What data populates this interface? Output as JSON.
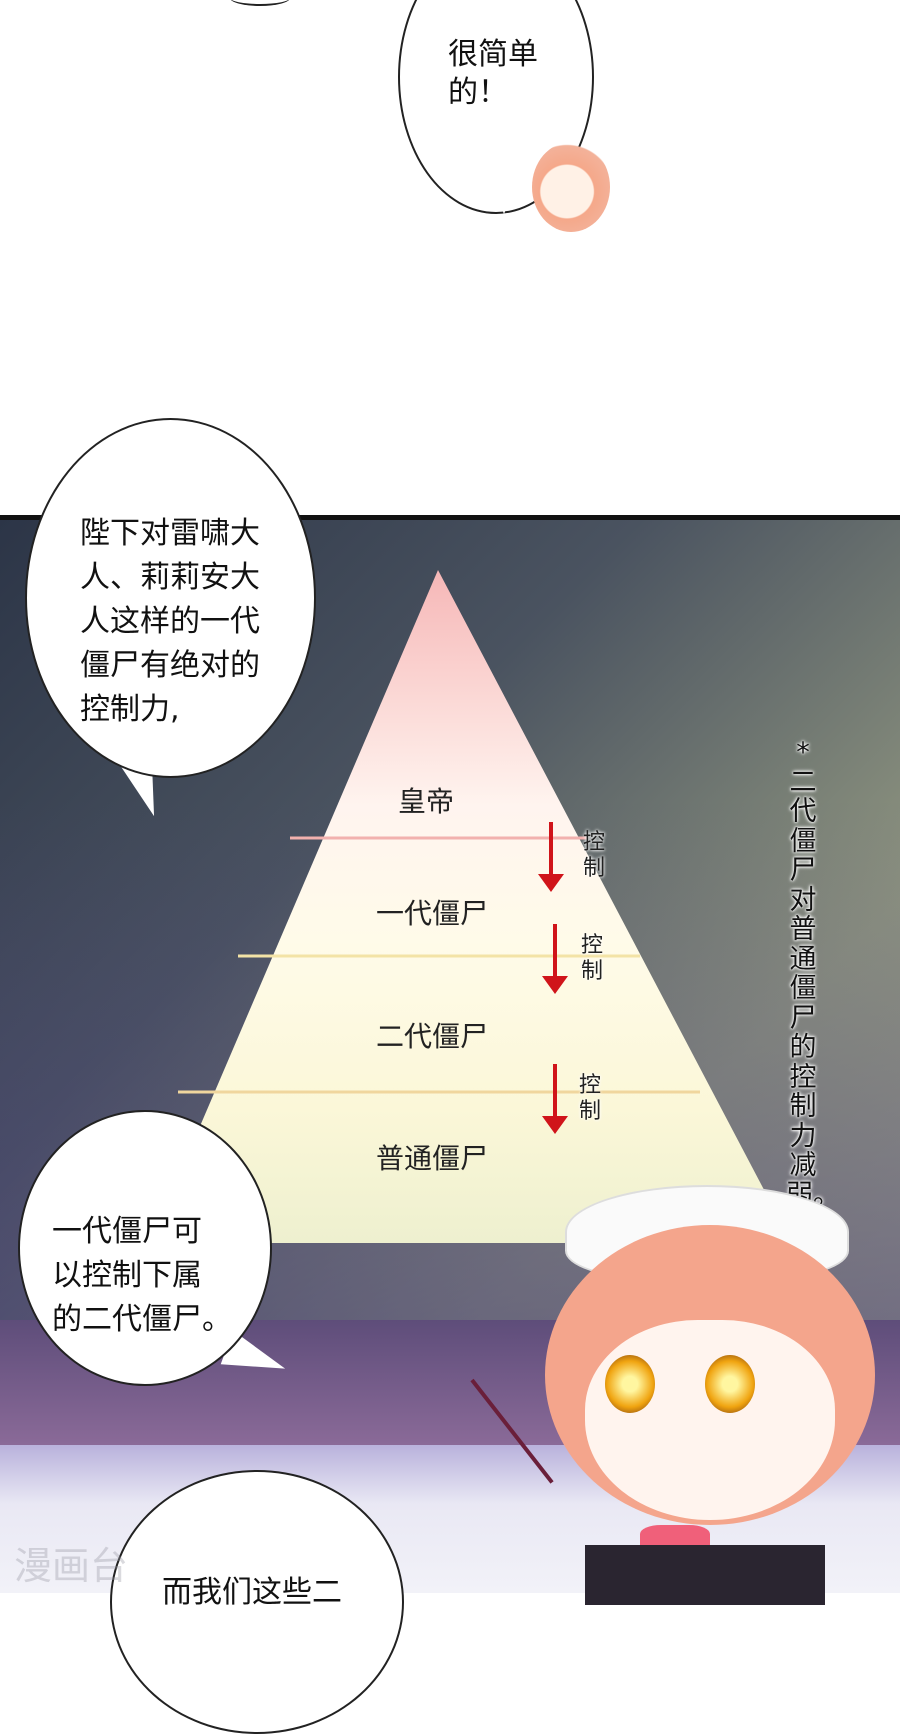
{
  "bubbles": {
    "top": "很简单\n的！",
    "middle": "陛下对雷啸大\n人、莉莉安大\n人这样的一代\n僵尸有绝对的\n控制力,",
    "lower": "一代僵尸可\n以控制下属\n的二代僵尸。",
    "bottom": "而我们这些二"
  },
  "pyramid": {
    "levels": [
      "皇帝",
      "一代僵尸",
      "二代僵尸",
      "普通僵尸"
    ],
    "arrow_label": "控\n制"
  },
  "side_note": "*二代僵尸对普通僵尸的控制力减弱。",
  "watermark": "漫画台",
  "colors": {
    "arrow": "#d0141a",
    "panel_dark": "#2c3547",
    "panel_light": "#a7a98f"
  }
}
